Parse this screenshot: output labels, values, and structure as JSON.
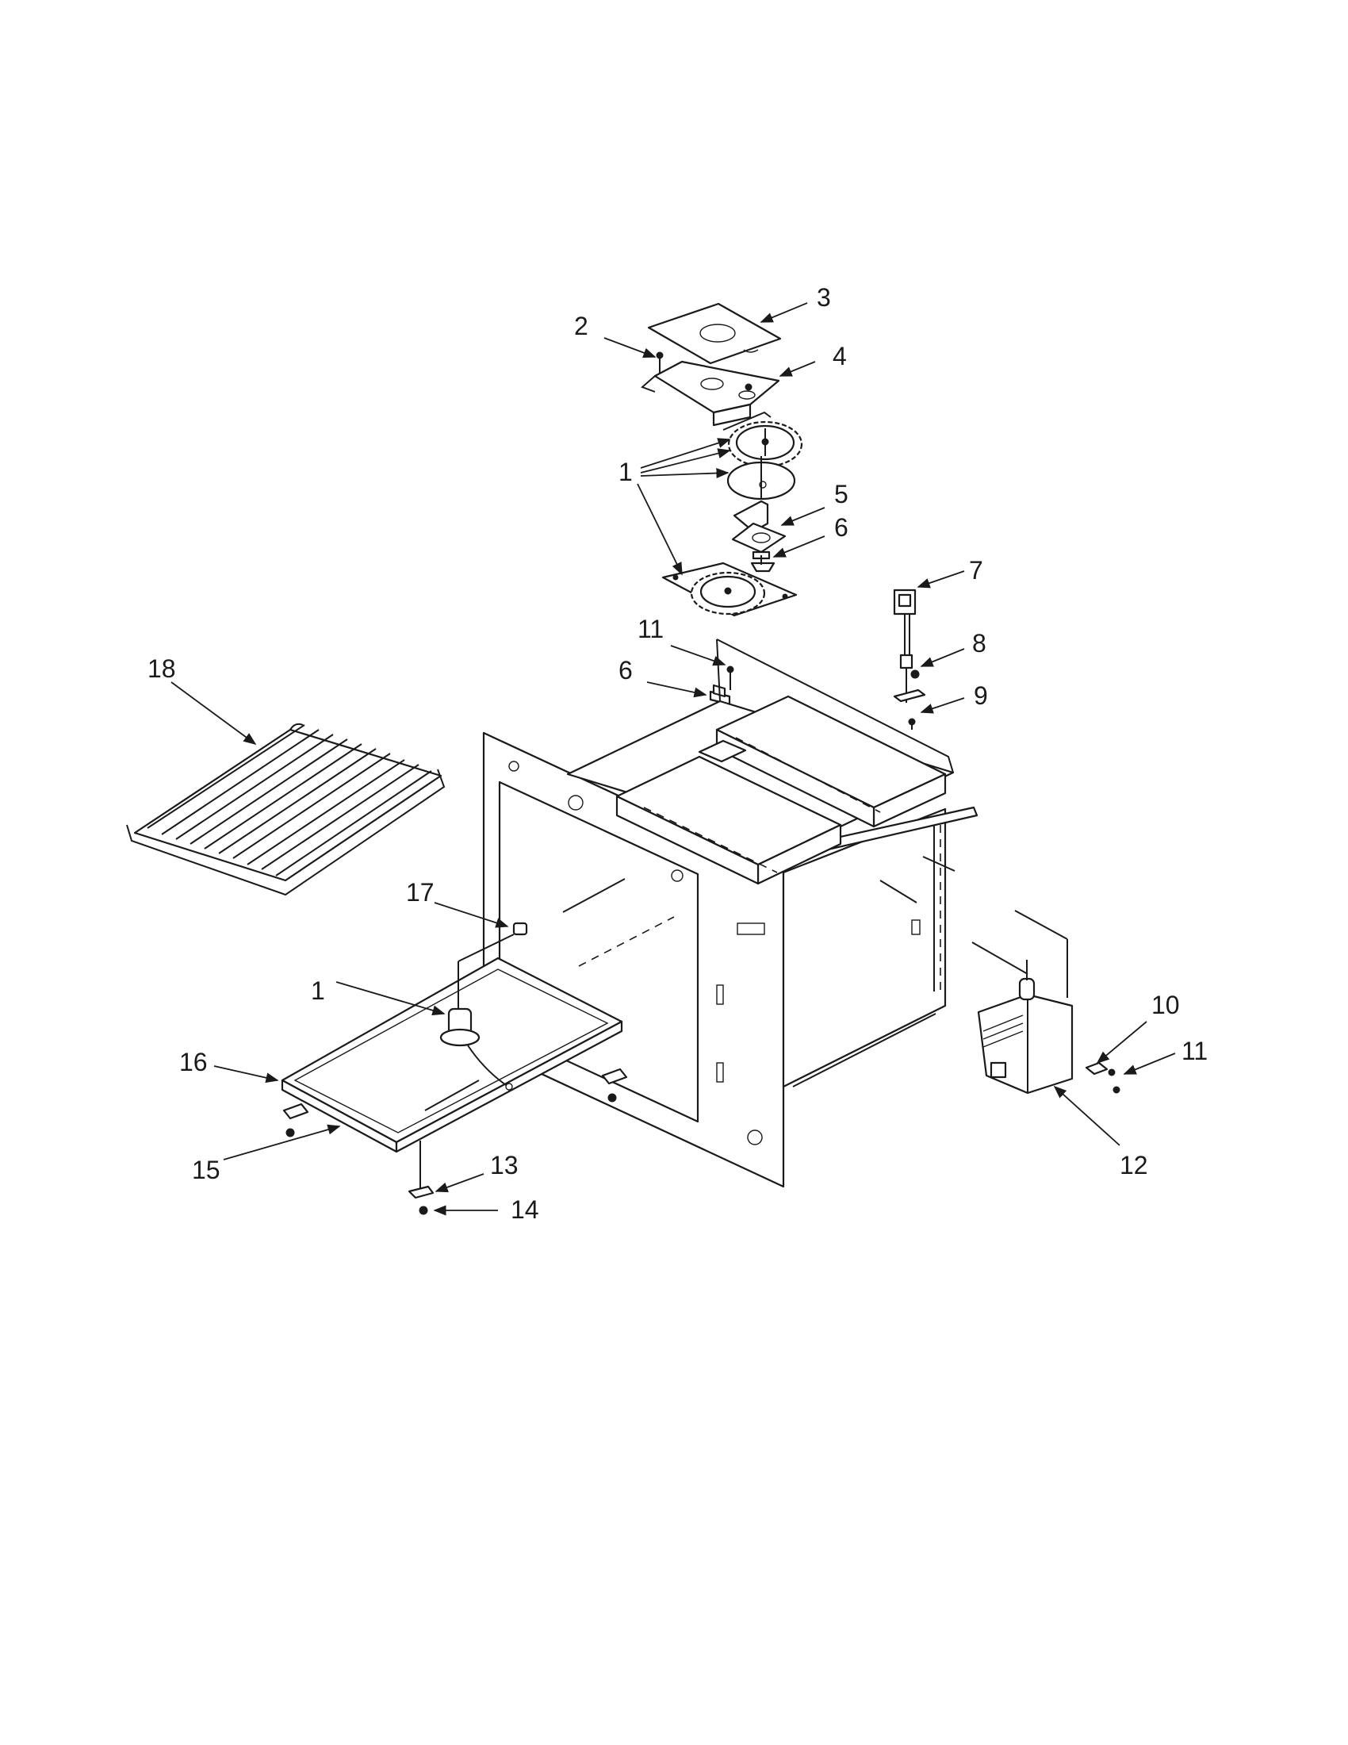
{
  "diagram": {
    "callouts": [
      {
        "id": "c1a",
        "text": "1"
      },
      {
        "id": "c2",
        "text": "2"
      },
      {
        "id": "c3",
        "text": "3"
      },
      {
        "id": "c4",
        "text": "4"
      },
      {
        "id": "c5",
        "text": "5"
      },
      {
        "id": "c6a",
        "text": "6"
      },
      {
        "id": "c7",
        "text": "7"
      },
      {
        "id": "c8",
        "text": "8"
      },
      {
        "id": "c9",
        "text": "9"
      },
      {
        "id": "c11a",
        "text": "11"
      },
      {
        "id": "c6b",
        "text": "6"
      },
      {
        "id": "c18",
        "text": "18"
      },
      {
        "id": "c17",
        "text": "17"
      },
      {
        "id": "c1b",
        "text": "1"
      },
      {
        "id": "c16",
        "text": "16"
      },
      {
        "id": "c15",
        "text": "15"
      },
      {
        "id": "c13",
        "text": "13"
      },
      {
        "id": "c14",
        "text": "14"
      },
      {
        "id": "c10",
        "text": "10"
      },
      {
        "id": "c11b",
        "text": "11"
      },
      {
        "id": "c12",
        "text": "12"
      }
    ]
  }
}
